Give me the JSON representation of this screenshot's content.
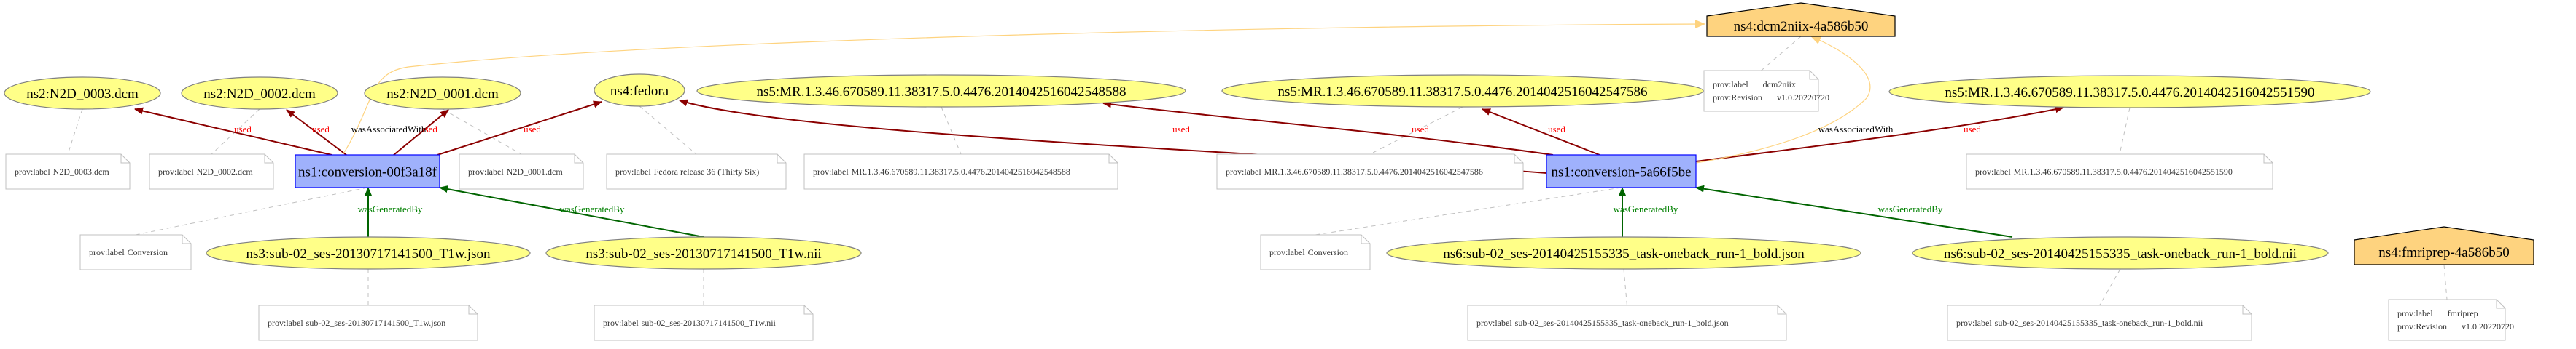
{
  "colors": {
    "entity_fill": "#ffff88",
    "entity_stroke": "#808080",
    "activity_fill": "#9fb1fc",
    "activity_stroke": "#0000ff",
    "agent_fill": "#fed37f",
    "agent_stroke": "#000000",
    "note_stroke": "#c0c0c0",
    "used": "#8b0000",
    "used_label": "#ff0000",
    "wasGeneratedBy": "#006400",
    "wasGeneratedBy_label": "#008000",
    "wasAssociatedWith": "#fed37f",
    "wasAssociatedWith_label": "#000000",
    "annotation_link": "#c0c0c0"
  },
  "nodes": {
    "n2_0003": {
      "kind": "entity",
      "label": "ns2:N2D_0003.dcm"
    },
    "n2_0002": {
      "kind": "entity",
      "label": "ns2:N2D_0002.dcm"
    },
    "n2_0001": {
      "kind": "entity",
      "label": "ns2:N2D_0001.dcm"
    },
    "fedora": {
      "kind": "entity",
      "label": "ns4:fedora"
    },
    "mr8588": {
      "kind": "entity",
      "label": "ns5:MR.1.3.46.670589.11.38317.5.0.4476.2014042516042548588"
    },
    "mr7586": {
      "kind": "entity",
      "label": "ns5:MR.1.3.46.670589.11.38317.5.0.4476.2014042516042547586"
    },
    "mr1590": {
      "kind": "entity",
      "label": "ns5:MR.1.3.46.670589.11.38317.5.0.4476.2014042516042551590"
    },
    "conv1": {
      "kind": "activity",
      "label": "ns1:conversion-00f3a18f"
    },
    "conv2": {
      "kind": "activity",
      "label": "ns1:conversion-5a66f5be"
    },
    "dcm2niix": {
      "kind": "agent",
      "label": "ns4:dcm2niix-4a586b50"
    },
    "fmriprep": {
      "kind": "agent",
      "label": "ns4:fmriprep-4a586b50"
    },
    "json1": {
      "kind": "entity",
      "label": "ns3:sub-02_ses-20130717141500_T1w.json"
    },
    "nii1": {
      "kind": "entity",
      "label": "ns3:sub-02_ses-20130717141500_T1w.nii"
    },
    "json2": {
      "kind": "entity",
      "label": "ns6:sub-02_ses-20140425155335_task-oneback_run-1_bold.json"
    },
    "nii2": {
      "kind": "entity",
      "label": "ns6:sub-02_ses-20140425155335_task-oneback_run-1_bold.nii"
    }
  },
  "notes": {
    "note_0003": {
      "lines": [
        [
          "prov:label",
          "N2D_0003.dcm"
        ]
      ]
    },
    "note_0002": {
      "lines": [
        [
          "prov:label",
          "N2D_0002.dcm"
        ]
      ]
    },
    "note_0001": {
      "lines": [
        [
          "prov:label",
          "N2D_0001.dcm"
        ]
      ]
    },
    "note_fedora": {
      "lines": [
        [
          "prov:label",
          "Fedora release 36 (Thirty Six)"
        ]
      ]
    },
    "note_8588": {
      "lines": [
        [
          "prov:label",
          "MR.1.3.46.670589.11.38317.5.0.4476.2014042516042548588"
        ]
      ]
    },
    "note_7586": {
      "lines": [
        [
          "prov:label",
          "MR.1.3.46.670589.11.38317.5.0.4476.2014042516042547586"
        ]
      ]
    },
    "note_1590": {
      "lines": [
        [
          "prov:label",
          "MR.1.3.46.670589.11.38317.5.0.4476.2014042516042551590"
        ]
      ]
    },
    "note_dcm2niix": {
      "lines": [
        [
          "prov:label",
          "dcm2niix"
        ],
        [
          "prov:Revision",
          "v1.0.20220720"
        ]
      ]
    },
    "note_conv1": {
      "lines": [
        [
          "prov:label",
          "Conversion"
        ]
      ]
    },
    "note_conv2": {
      "lines": [
        [
          "prov:label",
          "Conversion"
        ]
      ]
    },
    "note_json1": {
      "lines": [
        [
          "prov:label",
          "sub-02_ses-20130717141500_T1w.json"
        ]
      ]
    },
    "note_nii1": {
      "lines": [
        [
          "prov:label",
          "sub-02_ses-20130717141500_T1w.nii"
        ]
      ]
    },
    "note_json2": {
      "lines": [
        [
          "prov:label",
          "sub-02_ses-20140425155335_task-oneback_run-1_bold.json"
        ]
      ]
    },
    "note_nii2": {
      "lines": [
        [
          "prov:label",
          "sub-02_ses-20140425155335_task-oneback_run-1_bold.nii"
        ]
      ]
    },
    "note_fmriprep": {
      "lines": [
        [
          "prov:label",
          "fmriprep"
        ],
        [
          "prov:Revision",
          "v1.0.20220720"
        ]
      ]
    }
  },
  "edge_labels": {
    "used": "used",
    "wasGeneratedBy": "wasGeneratedBy",
    "wasAssociatedWith": "wasAssociatedWith"
  },
  "edges": [
    {
      "from": "conv1",
      "to": "n2_0003",
      "type": "used"
    },
    {
      "from": "conv1",
      "to": "n2_0002",
      "type": "used"
    },
    {
      "from": "conv1",
      "to": "n2_0001",
      "type": "used"
    },
    {
      "from": "conv1",
      "to": "fedora",
      "type": "used"
    },
    {
      "from": "conv1",
      "to": "dcm2niix",
      "type": "wasAssociatedWith"
    },
    {
      "from": "json1",
      "to": "conv1",
      "type": "wasGeneratedBy"
    },
    {
      "from": "nii1",
      "to": "conv1",
      "type": "wasGeneratedBy"
    },
    {
      "from": "conv2",
      "to": "fedora",
      "type": "used"
    },
    {
      "from": "conv2",
      "to": "mr8588",
      "type": "used"
    },
    {
      "from": "conv2",
      "to": "mr7586",
      "type": "used"
    },
    {
      "from": "conv2",
      "to": "mr1590",
      "type": "used"
    },
    {
      "from": "conv2",
      "to": "dcm2niix",
      "type": "wasAssociatedWith"
    },
    {
      "from": "json2",
      "to": "conv2",
      "type": "wasGeneratedBy"
    },
    {
      "from": "nii2",
      "to": "conv2",
      "type": "wasGeneratedBy"
    }
  ]
}
